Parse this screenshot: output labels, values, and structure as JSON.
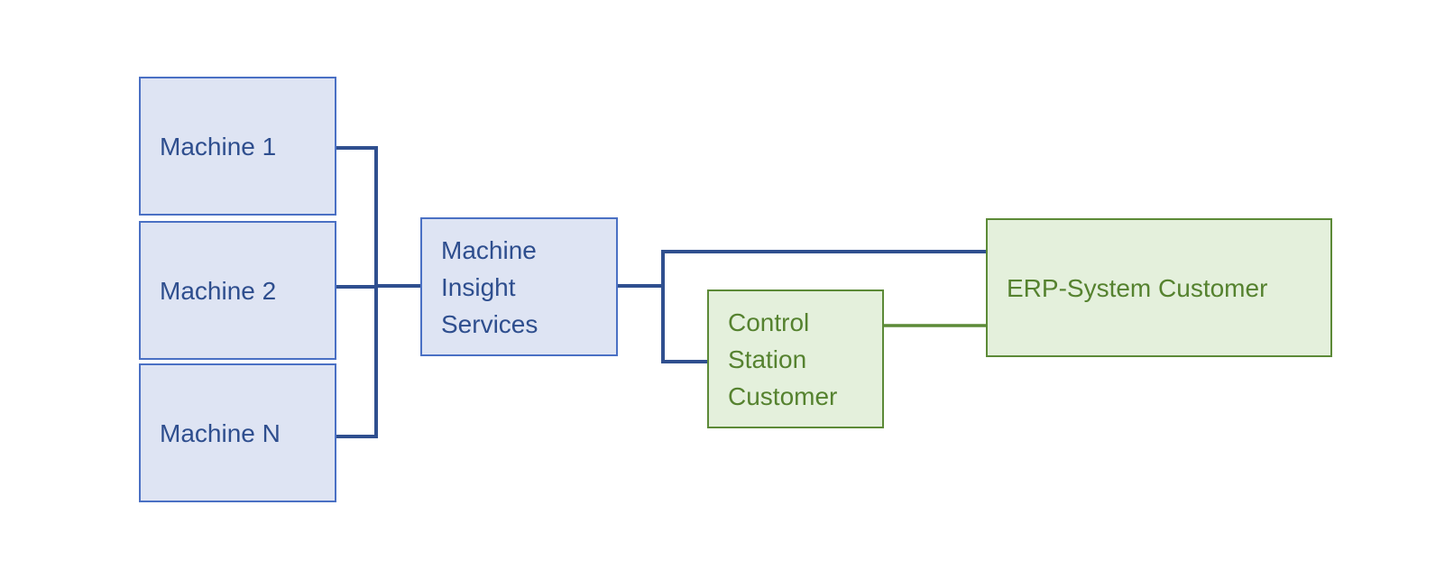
{
  "nodes": {
    "machine_1": {
      "label": "Machine 1"
    },
    "machine_2": {
      "label": "Machine 2"
    },
    "machine_n": {
      "label": "Machine N"
    },
    "machine_insight_services": {
      "lines": [
        "Machine",
        "Insight",
        "Services"
      ]
    },
    "control_station_customer": {
      "lines": [
        "Control",
        "Station",
        "Customer"
      ]
    },
    "erp_system_customer": {
      "label": "ERP-System Customer"
    }
  },
  "colors": {
    "blue_fill": "#dee4f3",
    "blue_border": "#4a70c4",
    "blue_text": "#2e4e8e",
    "connector_blue": "#2f4f8f",
    "green_fill": "#e4f0dc",
    "green_border": "#5c8a37",
    "green_text": "#55822f",
    "connector_green": "#5c8a37"
  }
}
